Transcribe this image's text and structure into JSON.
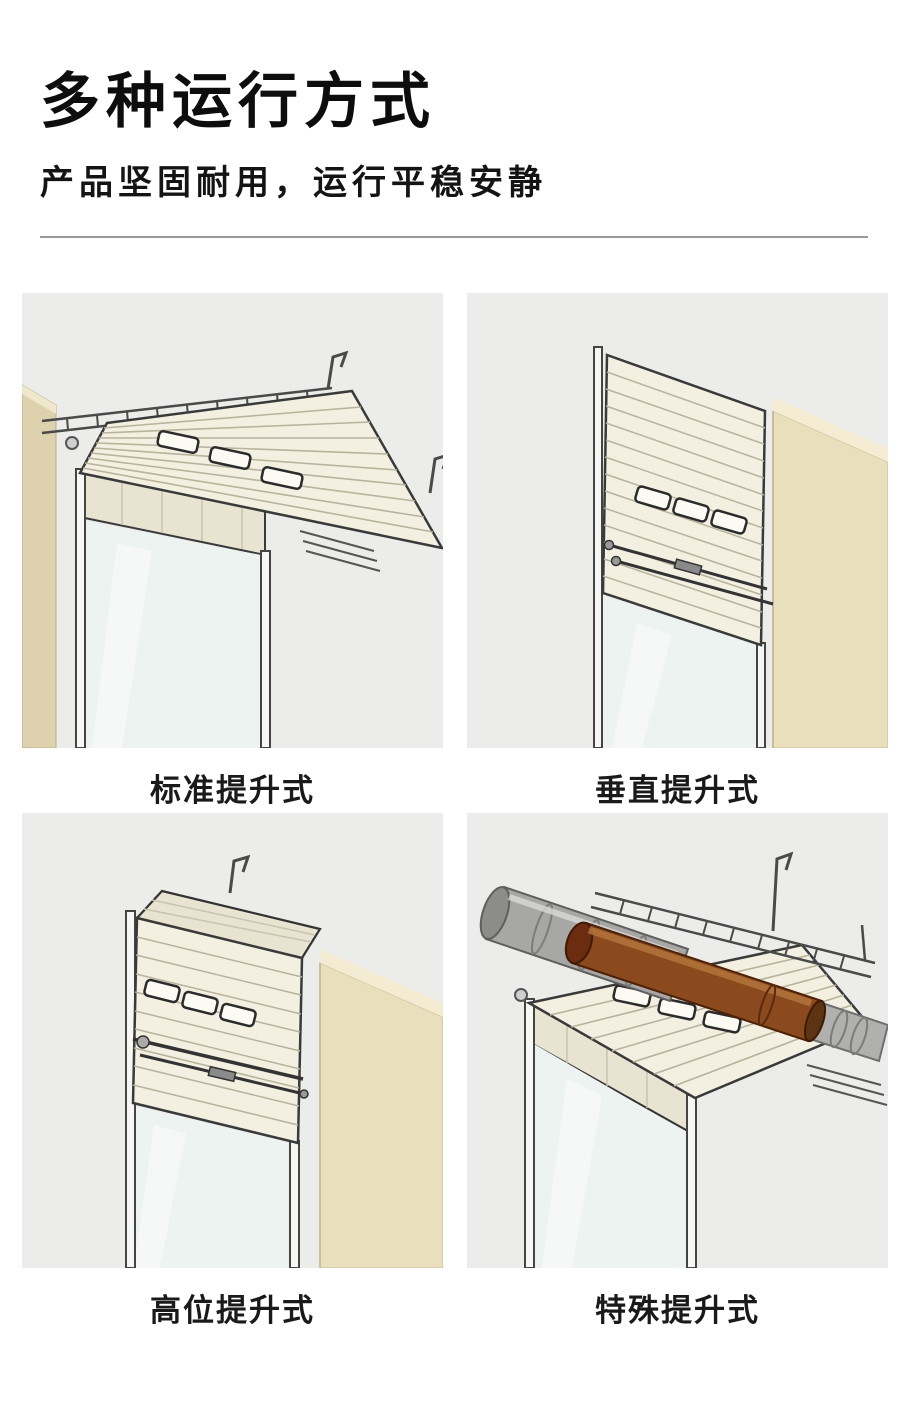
{
  "header": {
    "title": "多种运行方式",
    "subtitle": "产品坚固耐用，运行平稳安静"
  },
  "modes": [
    {
      "name": "standard-lift",
      "label": "标准提升式"
    },
    {
      "name": "vertical-lift",
      "label": "垂直提升式"
    },
    {
      "name": "high-lift",
      "label": "高位提升式"
    },
    {
      "name": "special-lift",
      "label": "特殊提升式"
    }
  ],
  "colors": {
    "background": "#ffffff",
    "panel_background": "#ececea",
    "door_panel": "#f3f0e1",
    "door_transition": "#e8e4d1",
    "wall": "#e9dfbc",
    "outline": "#3a3a3a",
    "glass": "#edf3f1",
    "pipe_brown": "#8a4a1e",
    "pipe_gray": "#a7a7a5",
    "divider": "#9a9a9a",
    "text": "#111111"
  }
}
